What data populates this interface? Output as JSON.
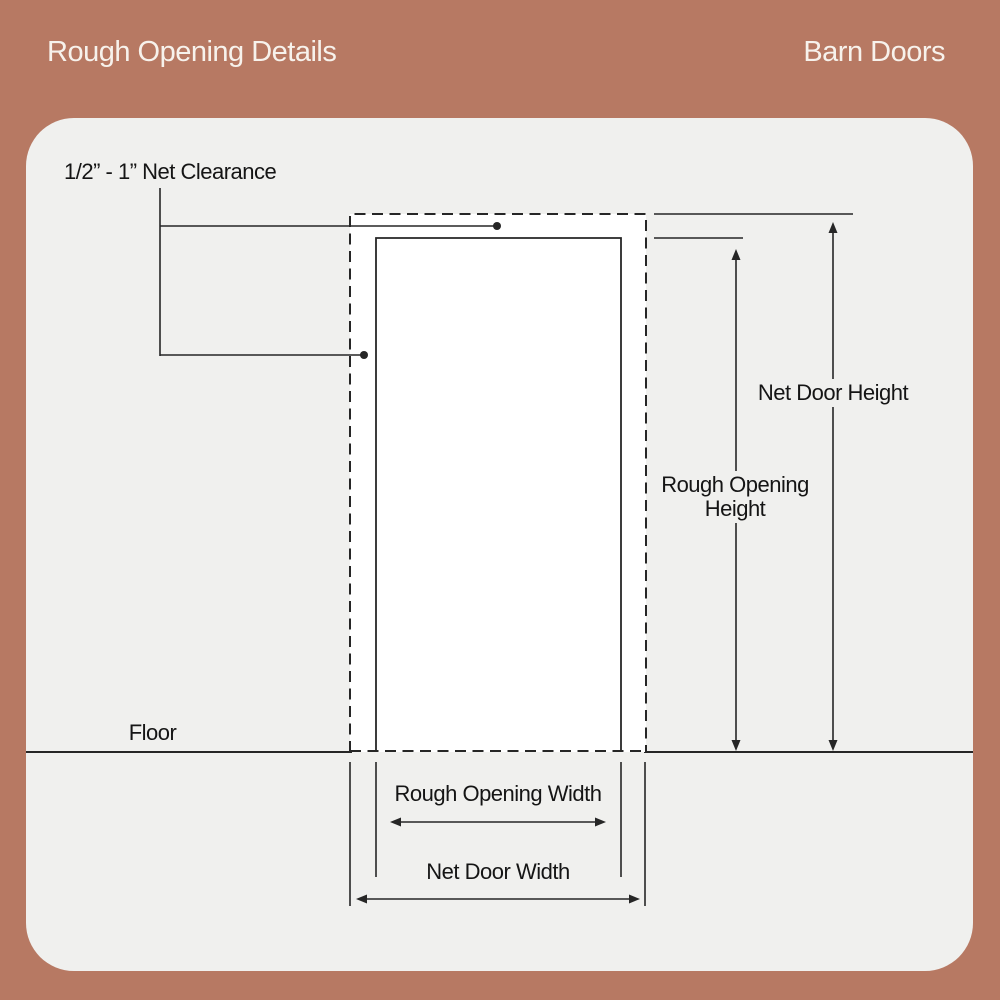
{
  "header": {
    "title": "Rough Opening Details",
    "product": "Barn Doors"
  },
  "diagram": {
    "clearance_label": "1/2” - 1” Net Clearance",
    "floor_label": "Floor",
    "net_door_height_label": "Net Door Height",
    "rough_opening_height_label": "Rough Opening Height",
    "rough_opening_width_label": "Rough Opening Width",
    "net_door_width_label": "Net Door Width"
  },
  "colors": {
    "background": "#b77963",
    "card": "#f0f0ee",
    "line": "#262626",
    "door_fill": "#ffffff",
    "header_text": "#f7f2ec",
    "label_text": "#151515"
  }
}
